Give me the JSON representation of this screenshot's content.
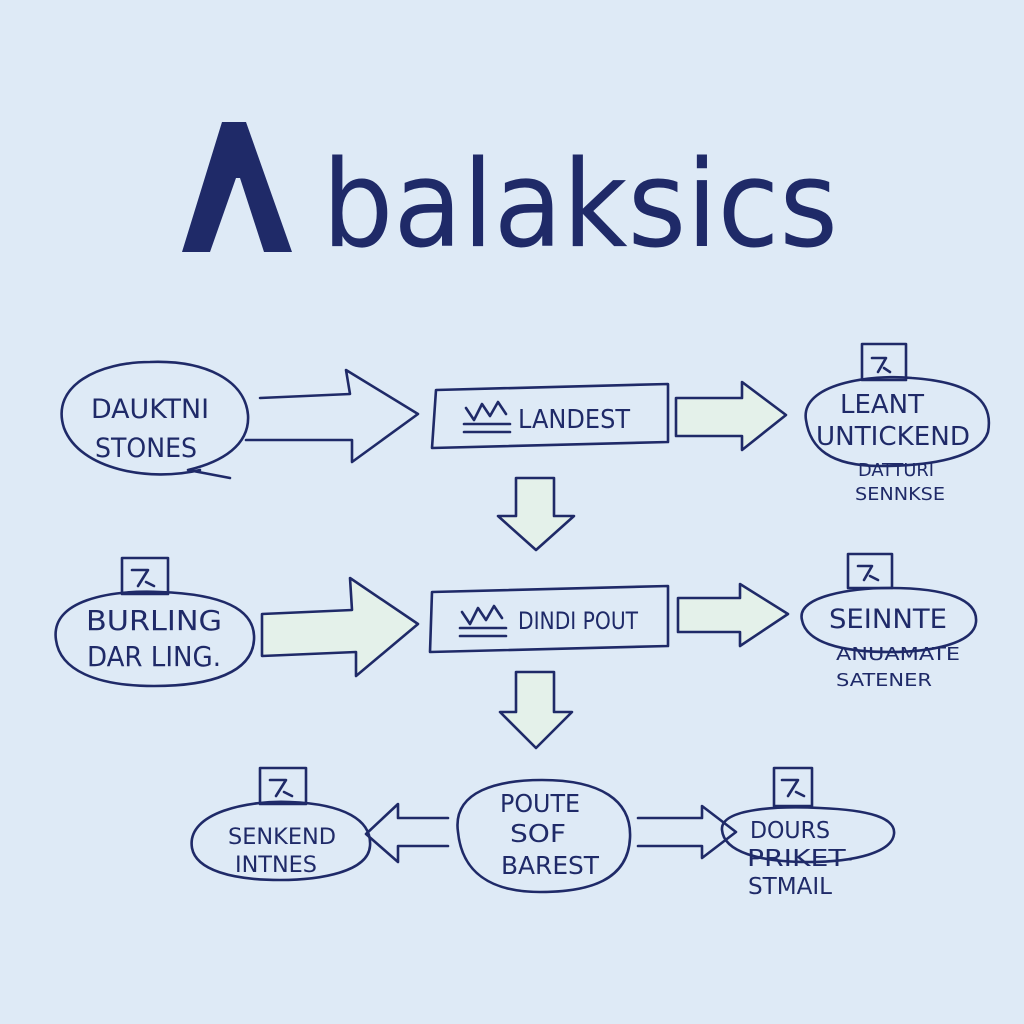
{
  "header": {
    "title": "balaksics"
  },
  "colors": {
    "background": "#deeaf6",
    "ink": "#1f2a68",
    "arrow_fill": "#e4f1ea"
  },
  "nodes": {
    "n1": {
      "lines": [
        "DAUKTNI",
        "STONES"
      ]
    },
    "n2": {
      "label": "LANDEST"
    },
    "n3": {
      "lines": [
        "LEANT",
        "UNTICKEND",
        "DATTURI",
        "SENNKSE"
      ]
    },
    "n4": {
      "lines": [
        "BURLING",
        "DAR LING."
      ]
    },
    "n5": {
      "label": "DINDI POUT"
    },
    "n6": {
      "lines": [
        "SEINNTE",
        "ANUAMATE",
        "SATENER"
      ]
    },
    "n7": {
      "lines": [
        "SENKEND",
        "INTNES"
      ]
    },
    "n8": {
      "lines": [
        "POUTE",
        "SOF",
        "BAREST"
      ]
    },
    "n9": {
      "lines": [
        "DOURS",
        "PRIKET-",
        "STMAIL"
      ]
    }
  }
}
